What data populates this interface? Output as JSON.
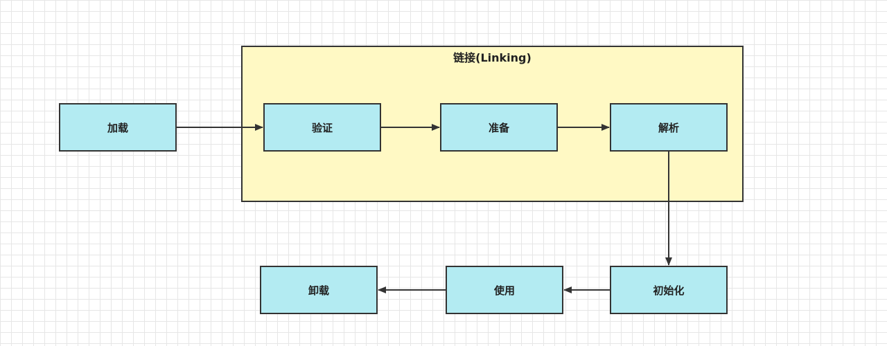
{
  "group": {
    "title": "链接(Linking)"
  },
  "nodes": {
    "load": "加载",
    "verify": "验证",
    "prepare": "准备",
    "resolve": "解析",
    "initialize": "初始化",
    "use": "使用",
    "unload": "卸载"
  },
  "edges": [
    {
      "from": "加载",
      "to": "验证"
    },
    {
      "from": "验证",
      "to": "准备"
    },
    {
      "from": "准备",
      "to": "解析"
    },
    {
      "from": "解析",
      "to": "初始化"
    },
    {
      "from": "初始化",
      "to": "使用"
    },
    {
      "from": "使用",
      "to": "卸载"
    }
  ]
}
